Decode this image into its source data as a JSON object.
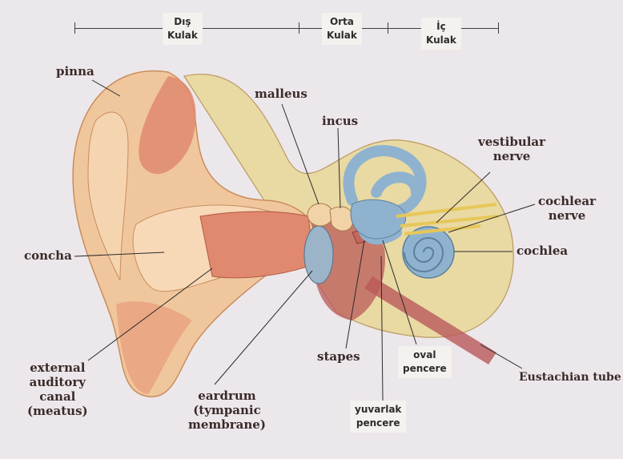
{
  "sections": [
    {
      "line1": "Dış",
      "line2": "Kulak"
    },
    {
      "line1": "Orta",
      "line2": "Kulak"
    },
    {
      "line1": "İç",
      "line2": "Kulak"
    }
  ],
  "labels": {
    "pinna": "pinna",
    "malleus": "malleus",
    "incus": "incus",
    "vestibular_line1": "vestibular",
    "vestibular_line2": "nerve",
    "cochlear_line1": "cochlear",
    "cochlear_line2": "nerve",
    "cochlea": "cochlea",
    "concha": "concha",
    "ext_line1": "external",
    "ext_line2": "auditory",
    "ext_line3": "canal",
    "ext_line4": "(meatus)",
    "eardrum_line1": "eardrum",
    "eardrum_line2": "(tympanic",
    "eardrum_line3": "membrane)",
    "stapes": "stapes",
    "oval_line1": "oval",
    "oval_line2": "pencere",
    "round_line1": "yuvarlak",
    "round_line2": "pencere",
    "eustachian": "Eustachian tube"
  },
  "colors": {
    "background": "#ece7ea",
    "outer_ear": "#f0c79d",
    "canal": "#e0896e",
    "bone": "#e9d9a3",
    "inner_ear": "#8fb3cf",
    "ossicles": "#f2d3a8"
  }
}
